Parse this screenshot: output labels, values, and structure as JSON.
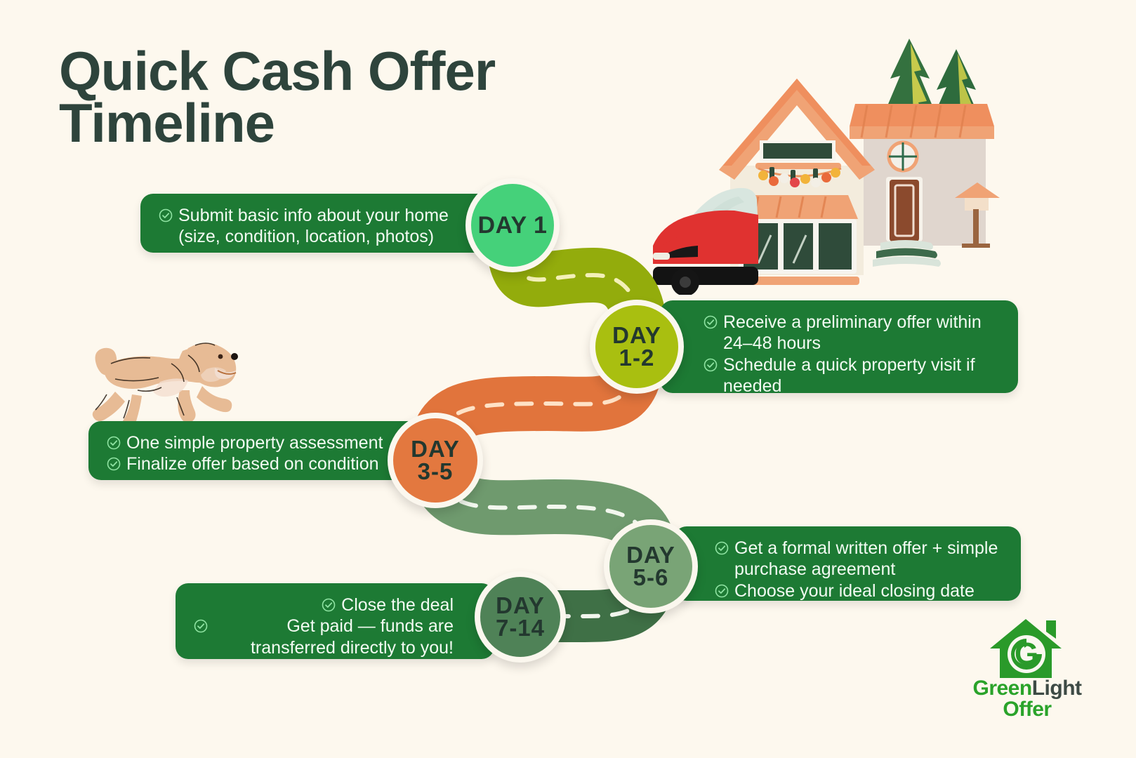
{
  "page": {
    "background_color": "#fdf8ee",
    "title_line1": "Quick Cash Offer",
    "title_line2": "Timeline",
    "title_color": "#2e443c"
  },
  "steps": [
    {
      "id": "day-1",
      "badge_line1": "DAY 1",
      "badge_line2": "",
      "badge_color": "#45d17a",
      "box_color": "#1d7a34",
      "box_side": "left",
      "bullets": [
        "Submit basic info about your home",
        "(size, condition, location, photos)"
      ]
    },
    {
      "id": "day-1-2",
      "badge_line1": "DAY",
      "badge_line2": "1-2",
      "badge_color": "#a9bf10",
      "box_color": "#1d7a34",
      "box_side": "right",
      "bullets": [
        "Receive a preliminary offer within 24–48 hours",
        "Schedule a quick property visit if needed"
      ]
    },
    {
      "id": "day-3-5",
      "badge_line1": "DAY",
      "badge_line2": "3-5",
      "badge_color": "#e3783f",
      "box_color": "#1d7a34",
      "box_side": "left",
      "bullets": [
        "One simple property assessment",
        "Finalize offer based on condition"
      ]
    },
    {
      "id": "day-5-6",
      "badge_line1": "DAY",
      "badge_line2": "5-6",
      "badge_color": "#79a476",
      "box_color": "#1d7a34",
      "box_side": "right",
      "bullets": [
        "Get a formal written offer + simple purchase agreement",
        "Choose your ideal closing date"
      ]
    },
    {
      "id": "day-7-14",
      "badge_line1": "DAY",
      "badge_line2": "7-14",
      "badge_color": "#4f8257",
      "box_color": "#1d7a34",
      "box_side": "left",
      "bullets": [
        "Close the deal",
        "Get paid — funds are transferred directly to you!"
      ]
    }
  ],
  "connectors": [
    {
      "id": "connector-1",
      "color": "#93ac0c"
    },
    {
      "id": "connector-2",
      "color": "#e1743c"
    },
    {
      "id": "connector-3",
      "color": "#6f9a6e"
    },
    {
      "id": "connector-4",
      "color": "#3f7046"
    }
  ],
  "logo": {
    "word1": "Green",
    "word2": "Light",
    "word3": "Offer",
    "mark_letter": "G",
    "green": "#2aa32a",
    "dark": "#3d4a45"
  },
  "illustrations": {
    "house": "house-with-car-and-trees-illustration",
    "dog": "running-golden-dog-illustration"
  }
}
